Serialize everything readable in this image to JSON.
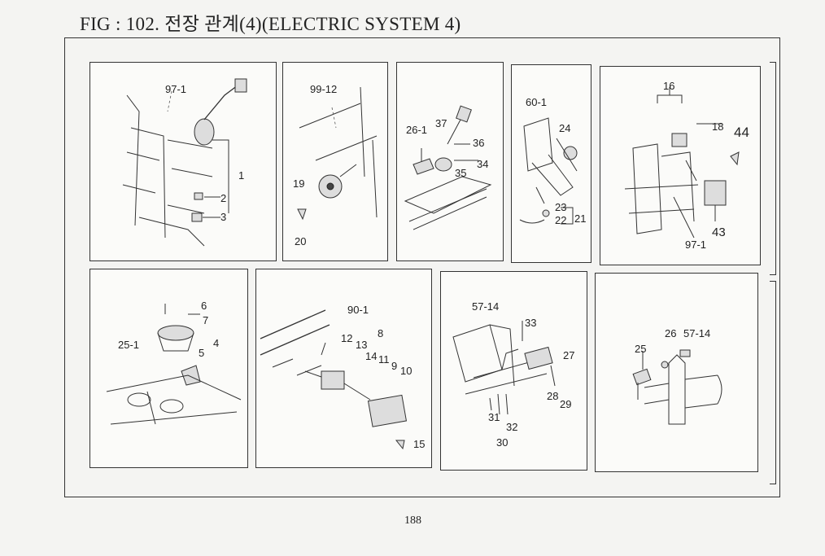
{
  "header": {
    "title": "FIG : 102. 전장 관계(4)(ELECTRIC SYSTEM 4)"
  },
  "footer": {
    "page_number": "188"
  },
  "panels": [
    {
      "id": "p1",
      "callouts": [
        "97-1",
        "1",
        "2",
        "3"
      ]
    },
    {
      "id": "p2",
      "callouts": [
        "99-12",
        "19",
        "20"
      ]
    },
    {
      "id": "p3",
      "callouts": [
        "26-1",
        "37",
        "36",
        "34",
        "35"
      ]
    },
    {
      "id": "p4",
      "callouts": [
        "60-1",
        "24",
        "23",
        "22",
        "21"
      ]
    },
    {
      "id": "p5",
      "callouts": [
        "16",
        "18",
        "44",
        "43",
        "97-1"
      ]
    },
    {
      "id": "p6",
      "callouts": [
        "6",
        "7",
        "4",
        "5",
        "25-1"
      ]
    },
    {
      "id": "p7",
      "callouts": [
        "90-1",
        "8",
        "12",
        "13",
        "14",
        "11",
        "9",
        "10",
        "15"
      ]
    },
    {
      "id": "p8",
      "callouts": [
        "57-14",
        "33",
        "27",
        "28",
        "29",
        "31",
        "32",
        "30"
      ]
    },
    {
      "id": "p9",
      "callouts": [
        "26",
        "57-14",
        "25"
      ]
    }
  ]
}
